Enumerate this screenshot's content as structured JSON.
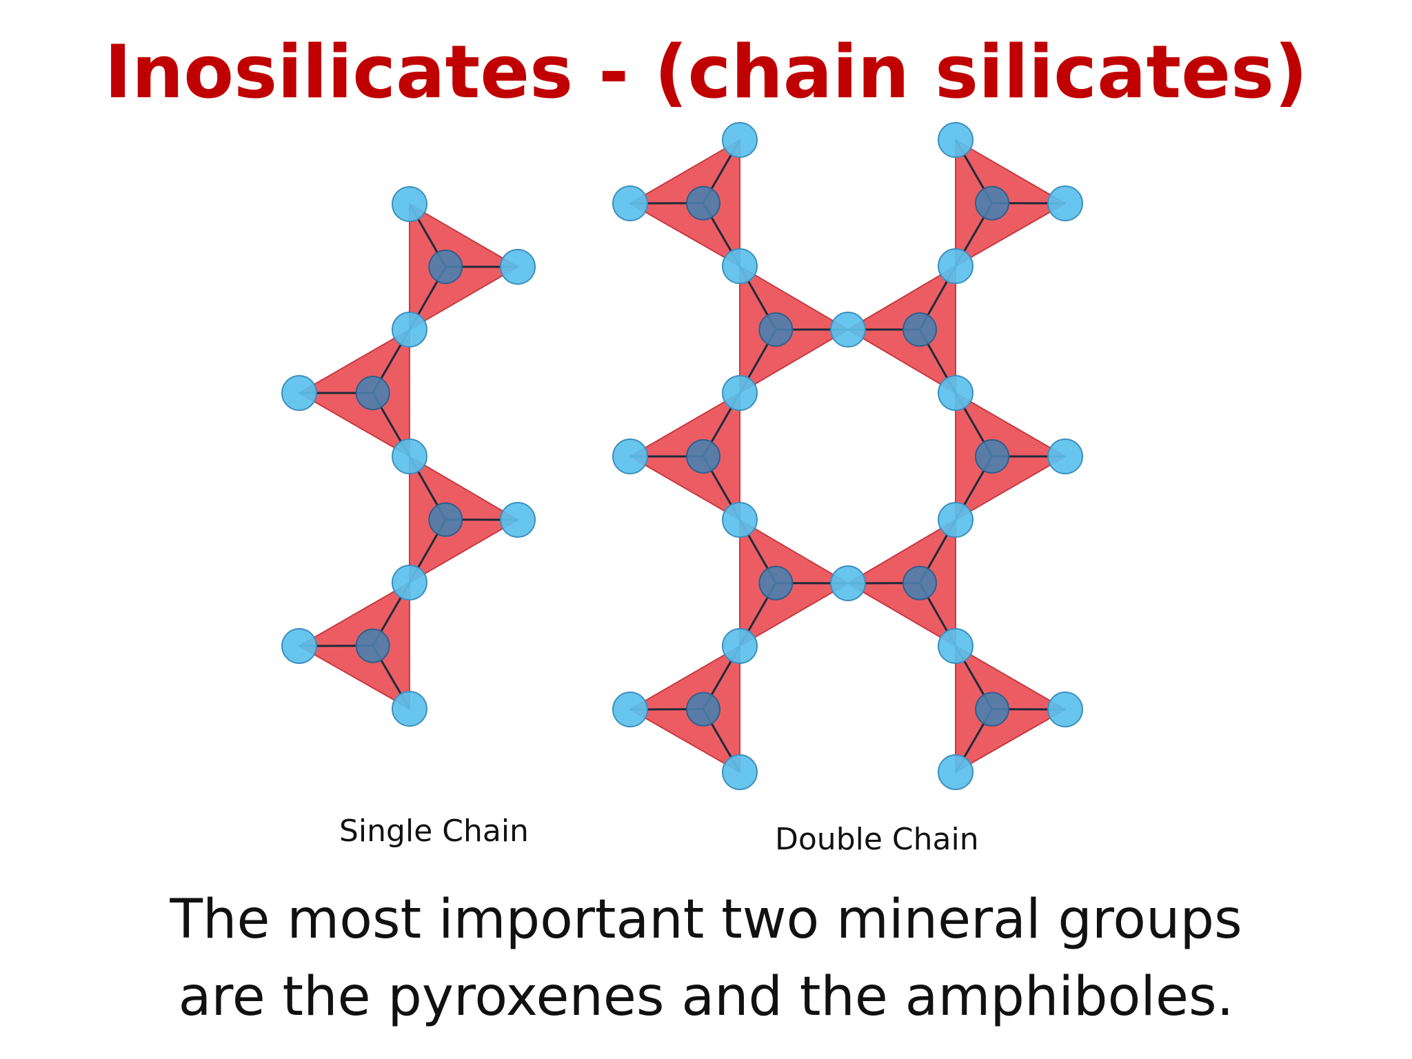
{
  "title": "Inosilicates - (chain silicates)",
  "colors": {
    "title": "#c00000",
    "tetra_fill": "#e8474d",
    "oxygen": "#5bc0eb",
    "silicon": "#4a7fae",
    "bond": "#1e2a3a"
  },
  "diagram": {
    "single_chain_label": "Single Chain",
    "double_chain_label": "Double Chain"
  },
  "caption": {
    "line1": "The most important two mineral groups",
    "line2": "are the pyroxenes and the amphiboles."
  }
}
